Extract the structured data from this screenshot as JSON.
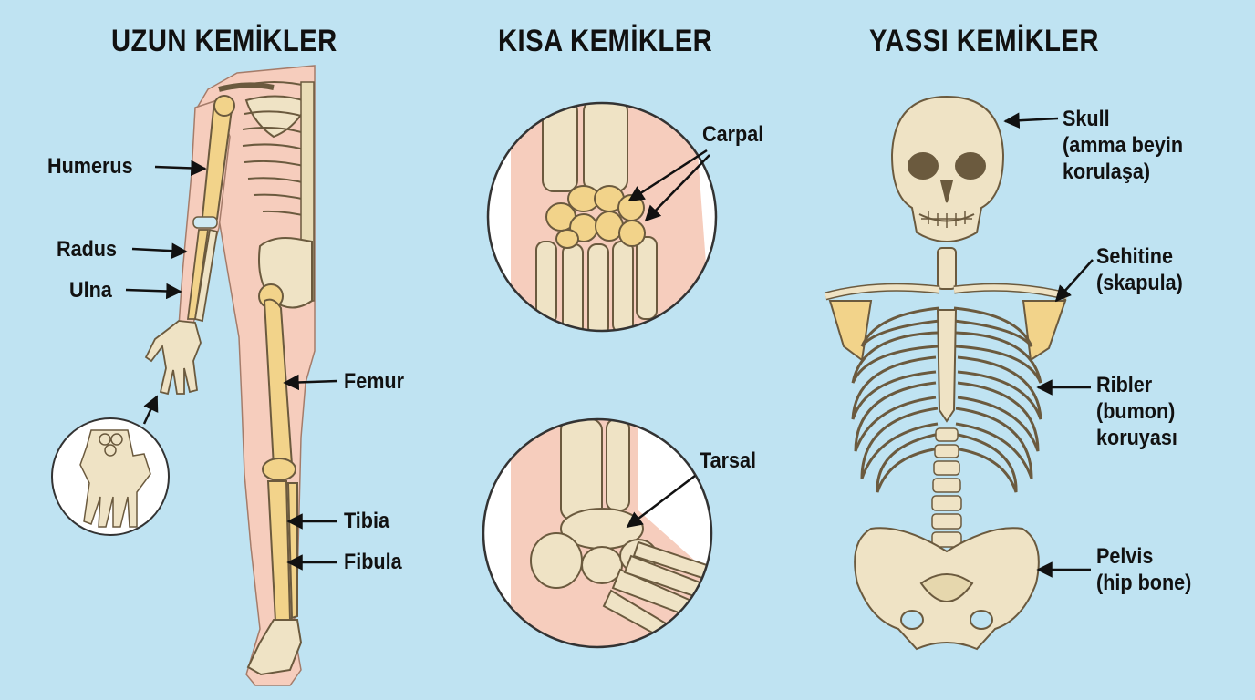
{
  "titles": {
    "long": "UZUN KEMİKLER",
    "short": "KISA KEMİKLER",
    "flat": "YASSI KEMİKLER"
  },
  "labels": {
    "humerus": "Humerus",
    "radus": "Radus",
    "ulna": "Ulna",
    "femur": "Femur",
    "tibia": "Tibia",
    "fibula": "Fibula",
    "carpal": "Carpal",
    "tarsal": "Tarsal",
    "skull": [
      "Skull",
      "(amma beyin",
      "korulaşa)"
    ],
    "scapula": [
      "Sehitine",
      "(skapula)"
    ],
    "ribs": [
      "Ribler",
      "(bumon)",
      "koruyası"
    ],
    "pelvis": [
      "Pelvis",
      "(hip bone)"
    ]
  },
  "colors": {
    "background": "#bfe3f2",
    "bone": "#f0e4bf",
    "bone_highlight": "#f2d38a",
    "skin": "#f6cdbd",
    "outline": "#6b5a3e",
    "text": "#111111"
  }
}
